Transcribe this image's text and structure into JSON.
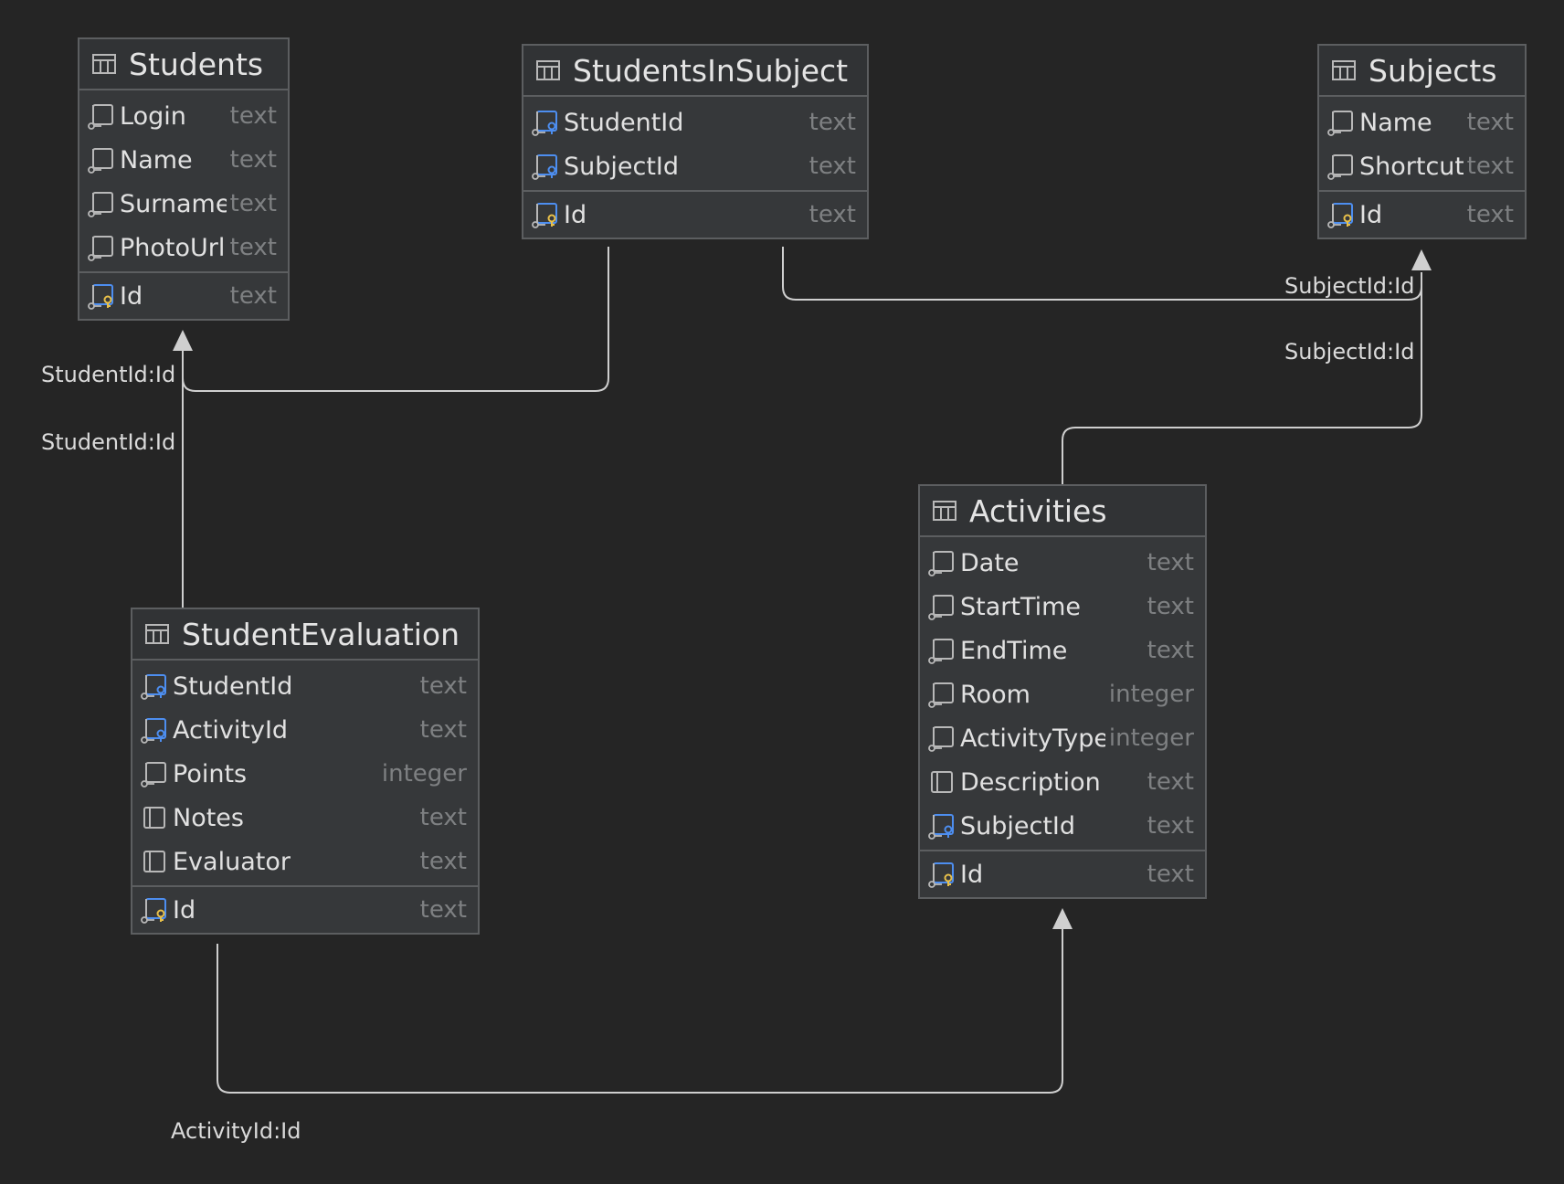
{
  "tables": {
    "students": {
      "name": "Students",
      "icon": "table-icon",
      "columns": [
        {
          "name": "Login",
          "type": "text",
          "icon": "column-icon"
        },
        {
          "name": "Name",
          "type": "text",
          "icon": "column-icon"
        },
        {
          "name": "Surname",
          "type": "text",
          "icon": "column-icon"
        },
        {
          "name": "PhotoUrl",
          "type": "text",
          "icon": "column-icon"
        }
      ],
      "keys": [
        {
          "name": "Id",
          "type": "text",
          "icon": "primary-key-icon"
        }
      ]
    },
    "students_in_subject": {
      "name": "StudentsInSubject",
      "icon": "table-icon",
      "columns": [
        {
          "name": "StudentId",
          "type": "text",
          "icon": "foreign-key-icon"
        },
        {
          "name": "SubjectId",
          "type": "text",
          "icon": "foreign-key-icon"
        }
      ],
      "keys": [
        {
          "name": "Id",
          "type": "text",
          "icon": "primary-key-icon"
        }
      ]
    },
    "subjects": {
      "name": "Subjects",
      "icon": "table-icon",
      "columns": [
        {
          "name": "Name",
          "type": "text",
          "icon": "column-icon"
        },
        {
          "name": "Shortcut",
          "type": "text",
          "icon": "column-icon"
        }
      ],
      "keys": [
        {
          "name": "Id",
          "type": "text",
          "icon": "primary-key-icon"
        }
      ]
    },
    "student_evaluation": {
      "name": "StudentEvaluation",
      "icon": "table-icon",
      "columns": [
        {
          "name": "StudentId",
          "type": "text",
          "icon": "foreign-key-icon"
        },
        {
          "name": "ActivityId",
          "type": "text",
          "icon": "foreign-key-icon"
        },
        {
          "name": "Points",
          "type": "integer",
          "icon": "column-icon"
        },
        {
          "name": "Notes",
          "type": "text",
          "icon": "nullable-column-icon"
        },
        {
          "name": "Evaluator",
          "type": "text",
          "icon": "nullable-column-icon"
        }
      ],
      "keys": [
        {
          "name": "Id",
          "type": "text",
          "icon": "primary-key-icon"
        }
      ]
    },
    "activities": {
      "name": "Activities",
      "icon": "table-icon",
      "columns": [
        {
          "name": "Date",
          "type": "text",
          "icon": "column-icon"
        },
        {
          "name": "StartTime",
          "type": "text",
          "icon": "column-icon"
        },
        {
          "name": "EndTime",
          "type": "text",
          "icon": "column-icon"
        },
        {
          "name": "Room",
          "type": "integer",
          "icon": "column-icon"
        },
        {
          "name": "ActivityType",
          "type": "integer",
          "icon": "column-icon"
        },
        {
          "name": "Description",
          "type": "text",
          "icon": "nullable-column-icon"
        },
        {
          "name": "SubjectId",
          "type": "text",
          "icon": "foreign-key-icon"
        }
      ],
      "keys": [
        {
          "name": "Id",
          "type": "text",
          "icon": "primary-key-icon"
        }
      ]
    }
  },
  "relations": [
    {
      "id": "sis-student",
      "from": "StudentsInSubject",
      "to": "Students",
      "label": "StudentId:Id"
    },
    {
      "id": "sis-subject",
      "from": "StudentsInSubject",
      "to": "Subjects",
      "label": "SubjectId:Id"
    },
    {
      "id": "act-subject",
      "from": "Activities",
      "to": "Subjects",
      "label": "SubjectId:Id"
    },
    {
      "id": "eval-student",
      "from": "StudentEvaluation",
      "to": "Students",
      "label": "StudentId:Id"
    },
    {
      "id": "eval-activity",
      "from": "StudentEvaluation",
      "to": "Activities",
      "label": "ActivityId:Id"
    }
  ],
  "colors": {
    "background": "#252525",
    "table_fill": "#36383a",
    "table_border": "#5c5e60",
    "link_line": "#cfcfcf",
    "fk_icon_accent": "#4d8ef0",
    "pk_icon_accent": "#e8c04a"
  }
}
